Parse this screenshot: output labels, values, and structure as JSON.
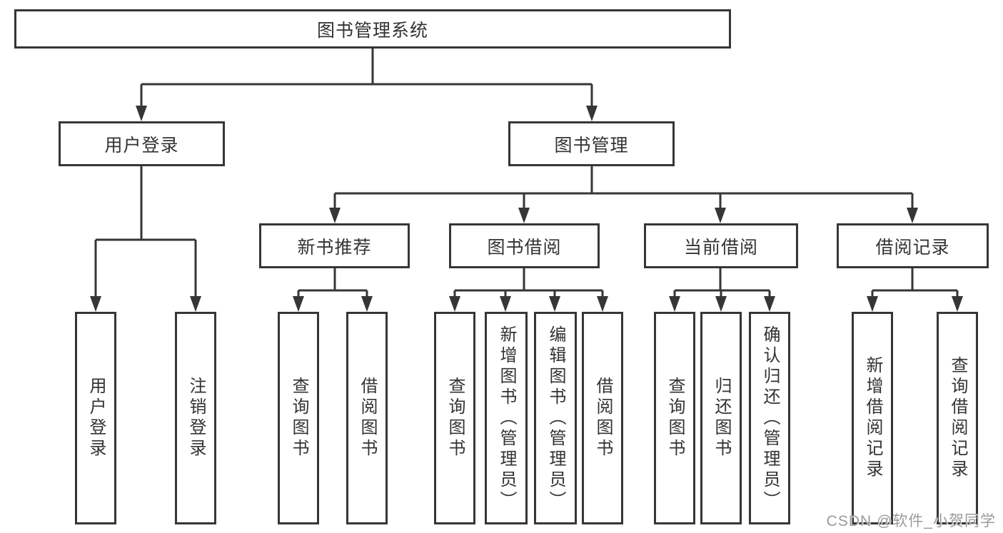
{
  "watermark": "CSDN @软件_小贺同学",
  "colors": {
    "line": "#363636",
    "text": "#333333",
    "background": "#ffffff",
    "watermark": "#9a9a9a"
  },
  "tree": {
    "root": "图书管理系统",
    "user_login": {
      "label": "用户登录",
      "children": [
        "用户登录",
        "注销登录"
      ]
    },
    "book_management": {
      "label": "图书管理",
      "groups": [
        {
          "label": "新书推荐",
          "children": [
            "查询图书",
            "借阅图书"
          ]
        },
        {
          "label": "图书借阅",
          "children": [
            "查询图书",
            "新增图书（管理员）",
            "编辑图书（管理员）",
            "借阅图书"
          ]
        },
        {
          "label": "当前借阅",
          "children": [
            "查询图书",
            "归还图书",
            "确认归还（管理员）"
          ]
        },
        {
          "label": "借阅记录",
          "children": [
            "新增借阅记录",
            "查询借阅记录"
          ]
        }
      ]
    }
  }
}
